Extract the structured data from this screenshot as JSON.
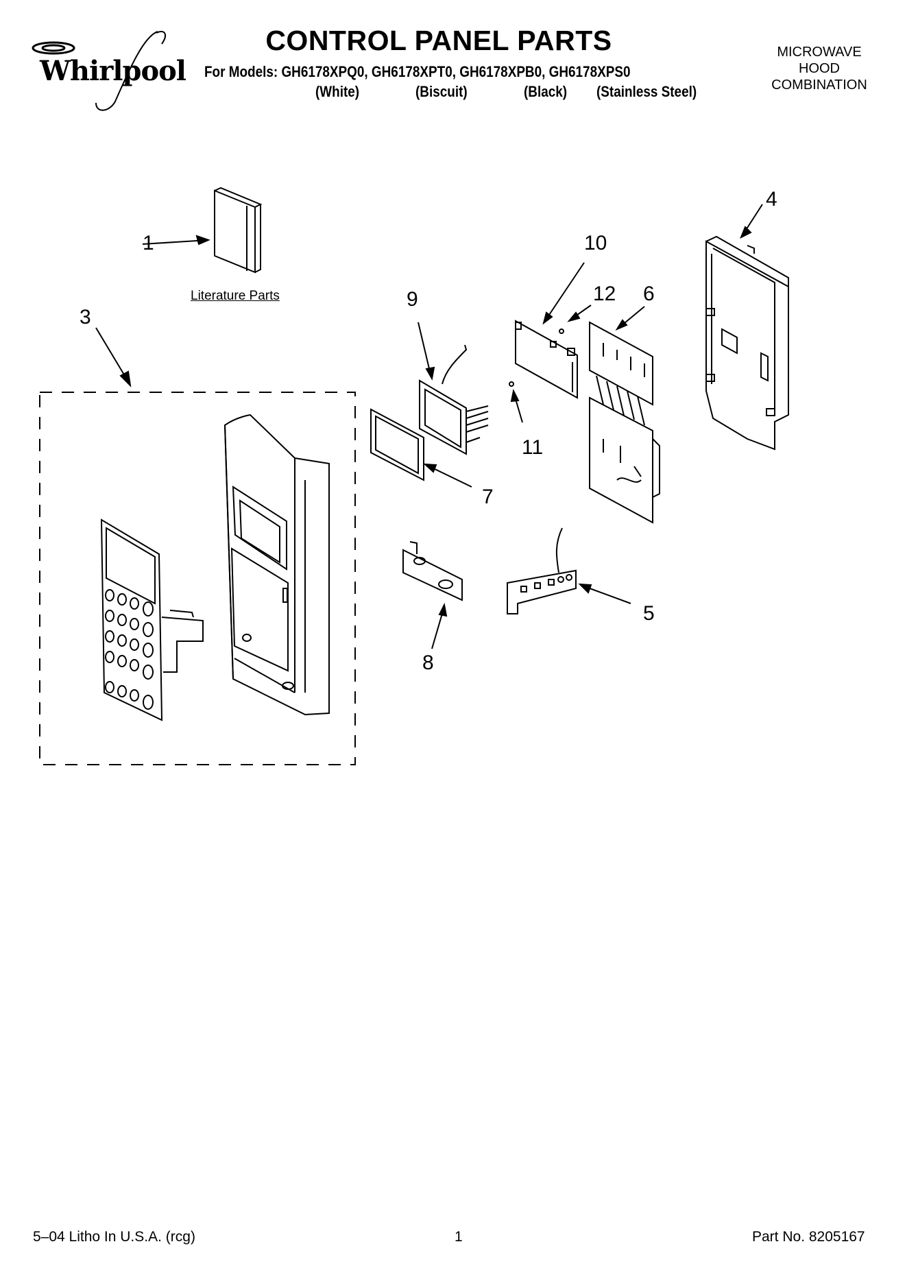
{
  "brand": {
    "logo_text": "Whirlpool"
  },
  "header": {
    "title": "CONTROL PANEL PARTS",
    "models_line": "For Models: GH6178XPQ0, GH6178XPT0, GH6178XPB0, GH6178XPS0",
    "variants": [
      "(White)",
      "(Biscuit)",
      "(Black)",
      "(Stainless Steel)"
    ],
    "product_type": [
      "MICROWAVE",
      "HOOD",
      "COMBINATION"
    ]
  },
  "diagram": {
    "literature_label": "Literature Parts",
    "callouts": [
      "1",
      "3",
      "4",
      "5",
      "6",
      "7",
      "8",
      "9",
      "10",
      "11",
      "12"
    ]
  },
  "footer": {
    "litho": "5–04 Litho In U.S.A. (rcg)",
    "page": "1",
    "part_no": "Part No. 8205167"
  }
}
